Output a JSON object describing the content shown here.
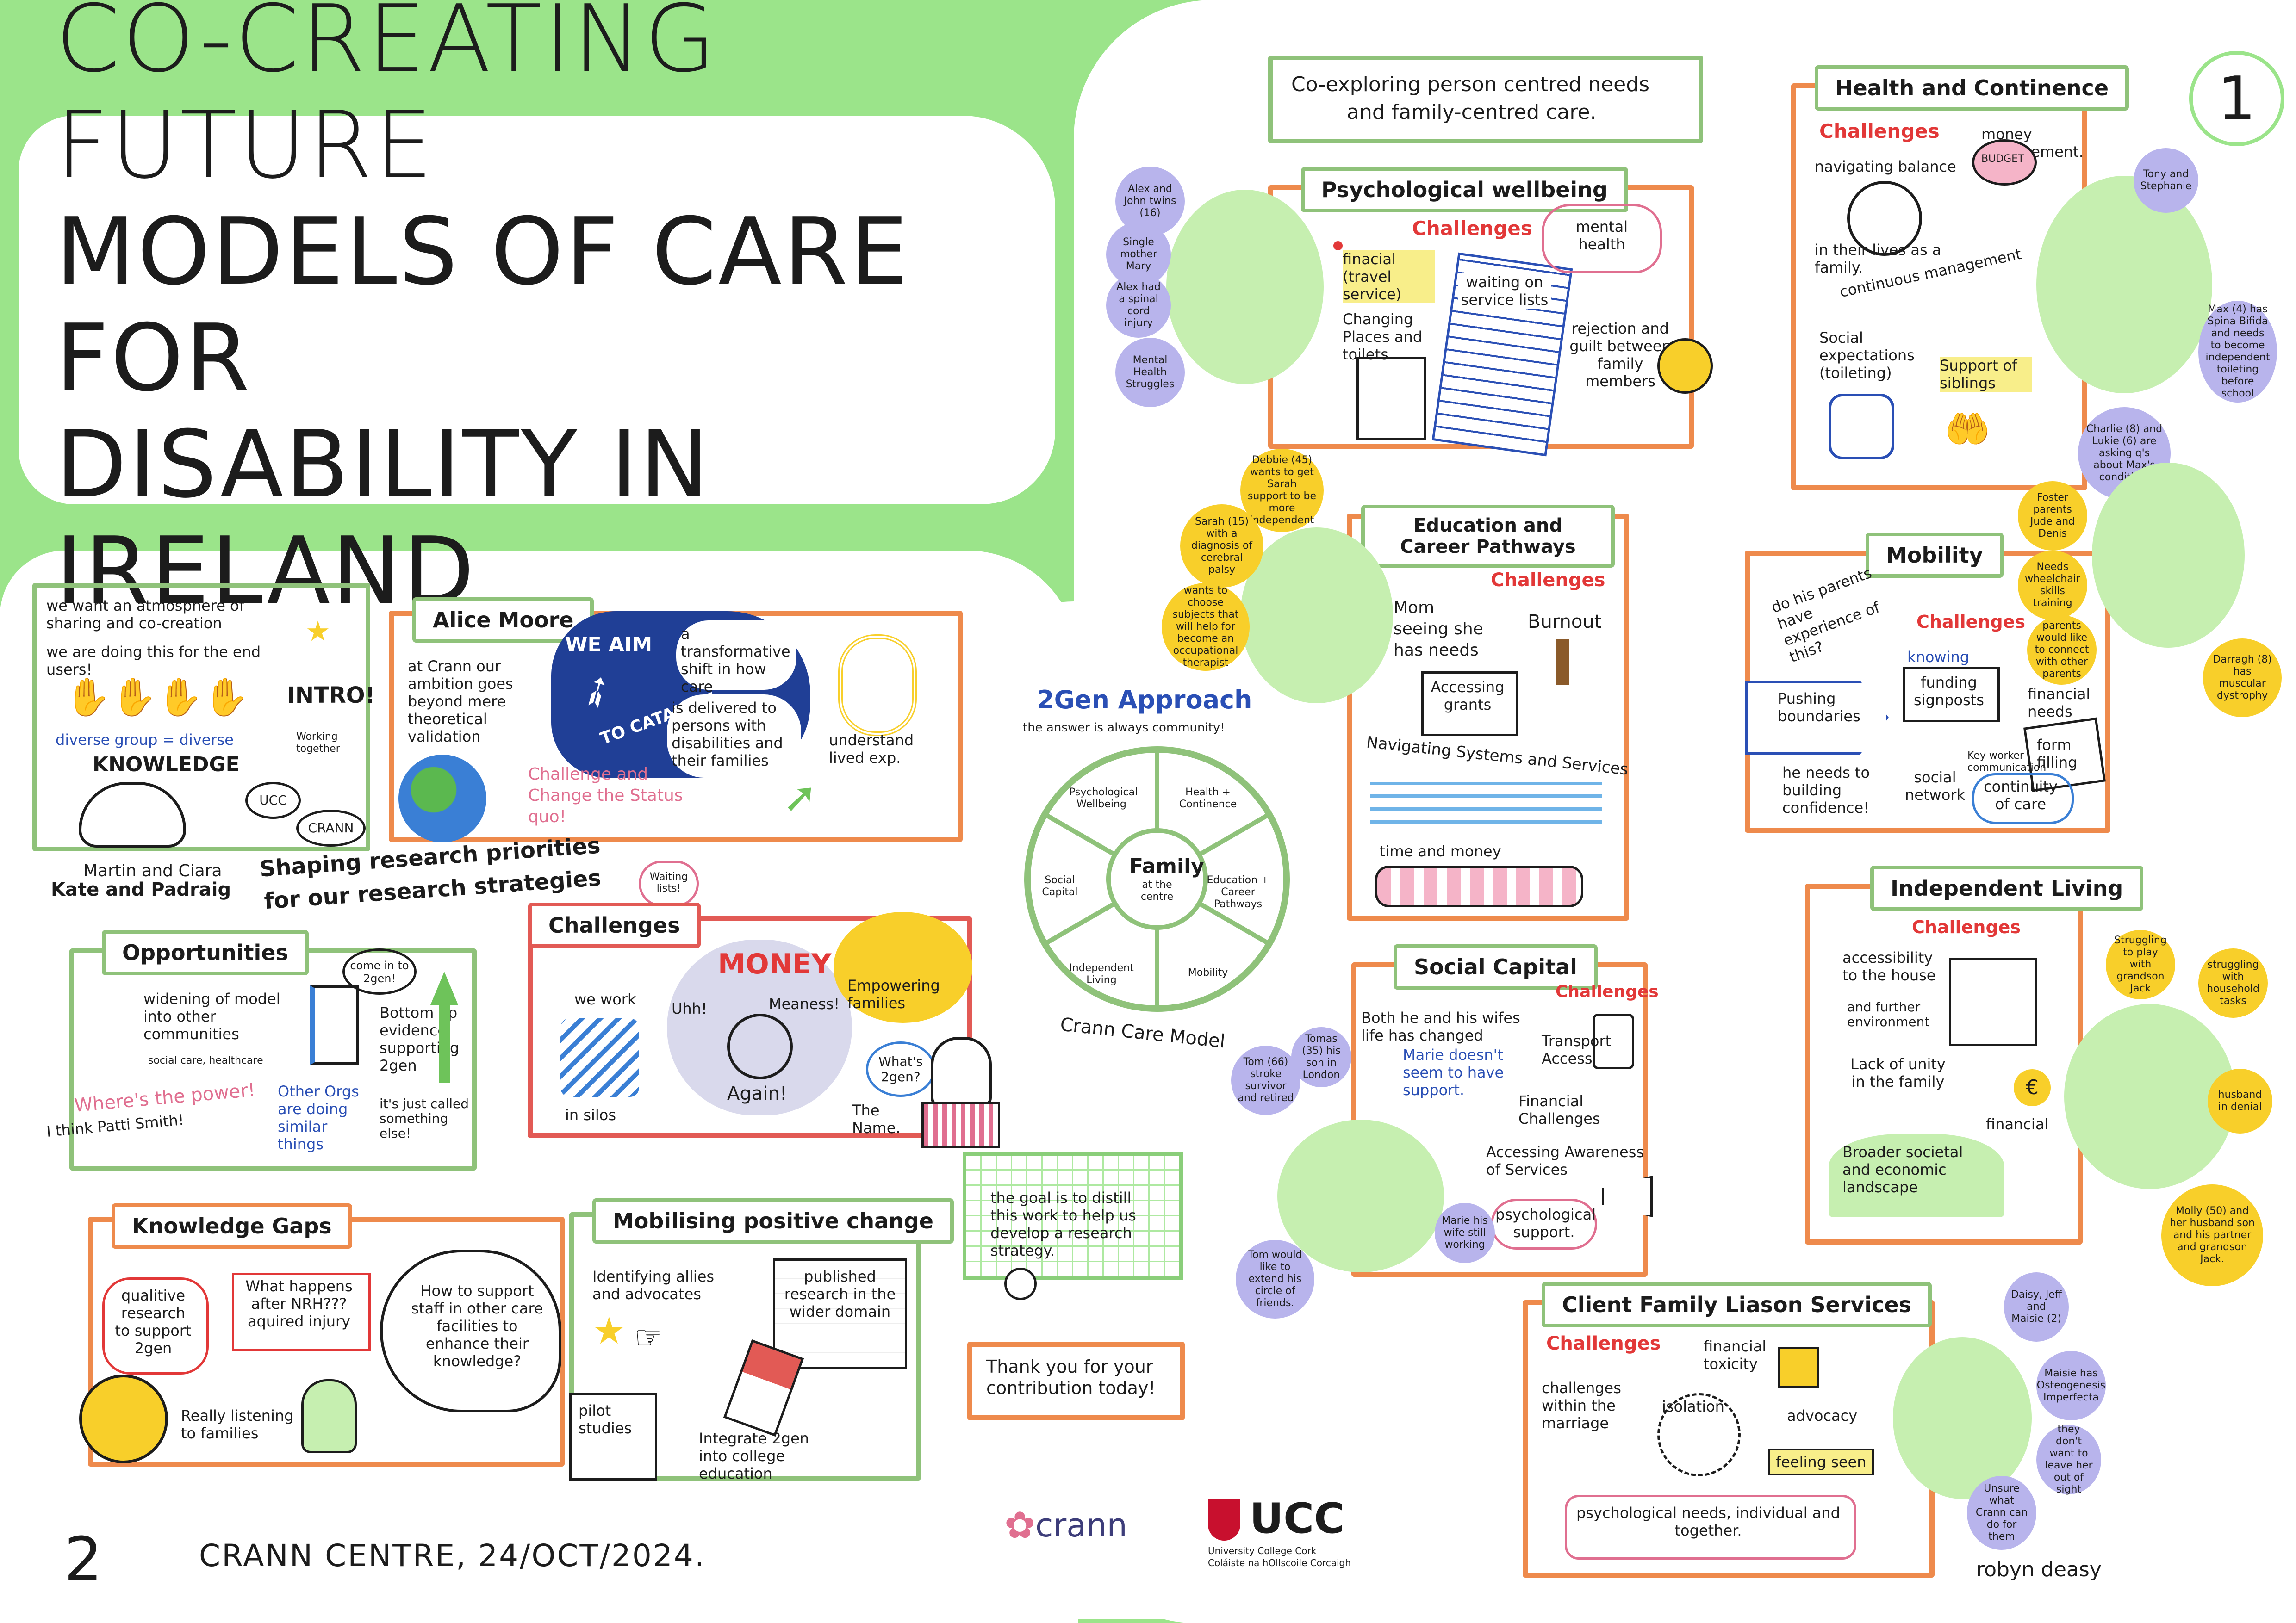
{
  "title": {
    "line1": "CO-CREATING FUTURE",
    "line2": "MODELS OF CARE FOR",
    "line3": "DISABILITY IN IRELAND"
  },
  "page_numbers": {
    "right": "1",
    "left": "2"
  },
  "footer": {
    "event": "CRANN CENTRE, 24/OCT/2024.",
    "artist": "robyn deasy"
  },
  "logos": {
    "crann": "crann",
    "ucc": "UCC",
    "ucc_sub1": "University College Cork",
    "ucc_sub2": "Coláiste na hOllscoile Corcaigh"
  },
  "intro": {
    "atmosphere": "we want an atmosphere of sharing and co-creation",
    "for_users": "we are doing this for the end users!",
    "intro": "INTRO!",
    "diverse": "diverse group = diverse",
    "knowledge": "KNOWLEDGE",
    "working": "Working together",
    "ucc": "UCC",
    "crann": "CRANN",
    "names1": "Martin and Ciara",
    "names2": "Kate and Padraig"
  },
  "alice": {
    "name": "Alice Moore",
    "ambition": "at Crann our ambition goes beyond mere theoretical validation",
    "we_aim": "WE AIM",
    "catalyse": "TO CATALYSE",
    "shift": "a transformative shift in how care",
    "delivered": "is delivered to persons with disabilities and their families",
    "lived": "understand lived exp.",
    "challenge": "Challenge and Change the Status quo!"
  },
  "shaping": {
    "line1": "Shaping research priorities",
    "line2": "for our research strategies",
    "waiting": "Waiting lists!"
  },
  "opportunities": {
    "heading": "Opportunities",
    "widening": "widening of model into other communities",
    "fields": "social care, healthcare",
    "come_in": "come in to 2gen!",
    "bottom_up": "Bottom up evidence supporting 2gen",
    "power": "Where's the power!",
    "patti": "I think Patti Smith!",
    "other_orgs": "Other Orgs are doing similar things",
    "called": "it's just called something else!"
  },
  "challenges_left": {
    "heading": "Challenges",
    "we_work": "we work",
    "silos": "in silos",
    "money": "MONEY",
    "uhh": "Uhh!",
    "meaness": "Meaness!",
    "again": "Again!",
    "empowering": "Empowering families",
    "whats_2gen": "What's 2gen?",
    "the_name": "The Name."
  },
  "knowledge_gaps": {
    "heading": "Knowledge Gaps",
    "qualitative": "qualitive research to support 2gen",
    "nrh": "What happens after NRH??? aquired injury",
    "support_staff": "How to support staff in other care facilities to enhance their knowledge?",
    "listening": "Really listening to families"
  },
  "mobilising": {
    "heading": "Mobilising positive change",
    "allies": "Identifying allies and advocates",
    "published": "published research in the wider domain",
    "pilot": "pilot studies",
    "integrate": "Integrate 2gen into college education"
  },
  "goal": "the goal is to distill this work to help us develop a research strategy.",
  "thanks": "Thank you for your contribution today!",
  "twogen": {
    "title": "2Gen Approach",
    "subtitle": "the answer is always community!",
    "centre_line1": "Family",
    "centre_line2": "at the centre",
    "segments": [
      "Psychological Wellbeing",
      "Health + Continence",
      "Education + Career Pathways",
      "Mobility",
      "Independent Living",
      "Social Capital"
    ],
    "model": "Crann Care Model"
  },
  "coexploring": {
    "line1": "Co-exploring person centred needs",
    "line2": "and family-centred care."
  },
  "psych": {
    "heading": "Psychological wellbeing",
    "challenges": "Challenges",
    "financial": "finacial (travel service)",
    "changing": "Changing Places and toilets",
    "waiting": "waiting on service lists",
    "mental": "mental health",
    "rejection": "rejection and guilt between family members",
    "bubbles": [
      "Alex and John twins (16)",
      "Single mother Mary",
      "Alex had a spinal cord injury",
      "Mental Health Struggles"
    ]
  },
  "education": {
    "heading": "Education and Career Pathways",
    "challenges": "Challenges",
    "mom": "Mom seeing she has needs",
    "burnout": "Burnout",
    "grants": "Accessing grants",
    "navigating": "Navigating Systems and Services",
    "time": "time and money",
    "bubbles": [
      "Debbie (45) wants to get Sarah support to be more independent",
      "Sarah (15) with a diagnosis of cerebral palsy",
      "wants to choose subjects that will help for become an occupational therapist"
    ]
  },
  "health": {
    "heading": "Health and Continence",
    "challenges": "Challenges",
    "balance": "navigating balance",
    "lives": "in their lives as a family.",
    "money_mgmt": "money Management.",
    "budget": "BUDGET",
    "continuous": "continuous management",
    "social": "Social expectations (toileting)",
    "siblings": "Support of siblings",
    "bubbles": [
      "Tony and Stephanie",
      "Max (4) has Spina Bifida and needs to become independent toileting before school",
      "Charlie (8) and Lukie (6) are asking q's about Max's condition."
    ]
  },
  "mobility": {
    "heading": "Mobility",
    "parents": "do his parents have experience of this?",
    "challenges": "Challenges",
    "knowing": "knowing",
    "funding": "funding signposts",
    "pushing": "Pushing boundaries",
    "financial": "financial needs",
    "form": "form filling",
    "building": "he needs to building confidence!",
    "social_network": "social network",
    "key_worker": "Key worker communication",
    "continuity": "continuity of care",
    "bubbles": [
      "Foster parents Jude and Denis",
      "Needs wheelchair skills training",
      "parents would like to connect with other parents",
      "Darragh (8) has muscular dystrophy"
    ]
  },
  "social": {
    "heading": "Social Capital",
    "challenges": "Challenges",
    "changed": "Both he and his wifes life has changed",
    "marie": "Marie doesn't seem to have support.",
    "transport": "Transport Access",
    "financial": "Financial Challenges",
    "awareness": "Accessing Awareness of Services",
    "psych": "psychological support.",
    "bubbles": [
      "Tom (66) stroke survivor and retired",
      "Tomas (35) his son in London",
      "Marie his wife still working",
      "Tom would like to extend his circle of friends."
    ]
  },
  "independent": {
    "heading": "Independent Living",
    "challenges": "Challenges",
    "accessibility": "accessibility to the house",
    "environment": "and further environment",
    "unity": "Lack of unity in the family",
    "financial": "financial",
    "broader": "Broader societal and economic landscape",
    "bubbles": [
      "Struggling to play with grandson Jack",
      "struggling with household tasks",
      "husband in denial",
      "Molly (50) and her husband son and his partner and grandson Jack."
    ]
  },
  "client": {
    "heading": "Client Family Liason Services",
    "challenges": "Challenges",
    "marriage": "challenges within the marriage",
    "toxicity": "financial toxicity",
    "isolation": "isolation",
    "advocacy": "advocacy",
    "feeling": "feeling seen",
    "psych": "psychological needs, individual and together.",
    "bubbles": [
      "Daisy, Jeff and Maisie (2)",
      "Maisie has Osteogenesis Imperfecta",
      "they don't want to leave her out of sight",
      "Unsure what Crann can do for them"
    ]
  }
}
